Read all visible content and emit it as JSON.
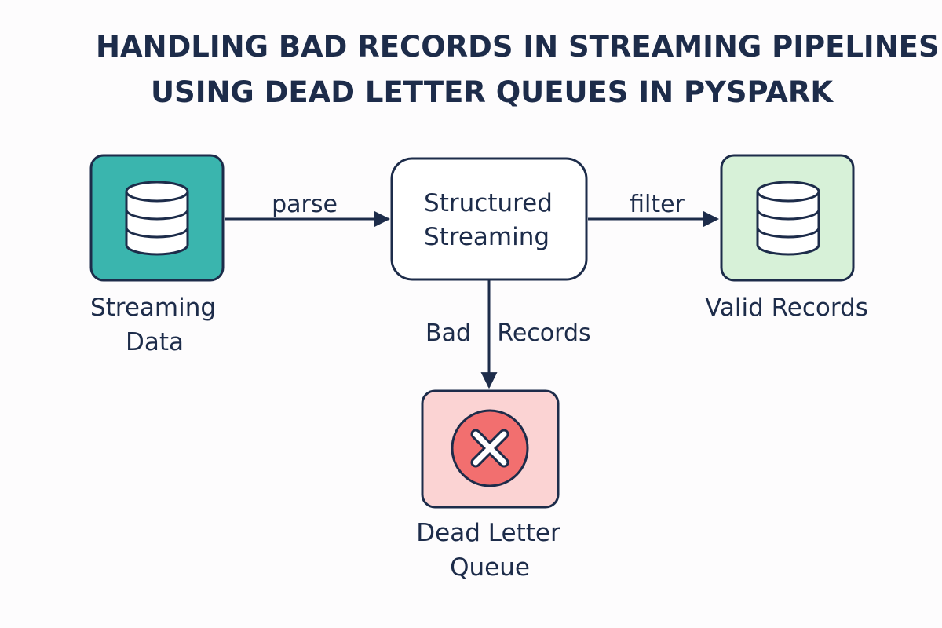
{
  "title": {
    "line1": "HANDLING BAD RECORDS IN STREAMING PIPELINES",
    "line2": "USING DEAD LETTER QUEUES IN PYSPARK"
  },
  "nodes": {
    "source": {
      "icon": "database-icon",
      "fill": "#3ab5ae",
      "label_line1": "Streaming",
      "label_line2": "Data"
    },
    "processor": {
      "text_line1": "Structured",
      "text_line2": "Streaming"
    },
    "valid": {
      "icon": "database-icon",
      "fill": "#d7f1d8",
      "label": "Valid Records"
    },
    "dlq": {
      "icon": "error-x-icon",
      "fill": "#fbd3d3",
      "icon_fill": "#f26f6f",
      "label_line1": "Dead Letter",
      "label_line2": "Queue"
    }
  },
  "edges": {
    "parse": "parse",
    "filter": "filter",
    "bad_left": "Bad",
    "bad_right": "Records"
  },
  "colors": {
    "stroke": "#1d2c4a",
    "background": "#fdfcfd"
  }
}
